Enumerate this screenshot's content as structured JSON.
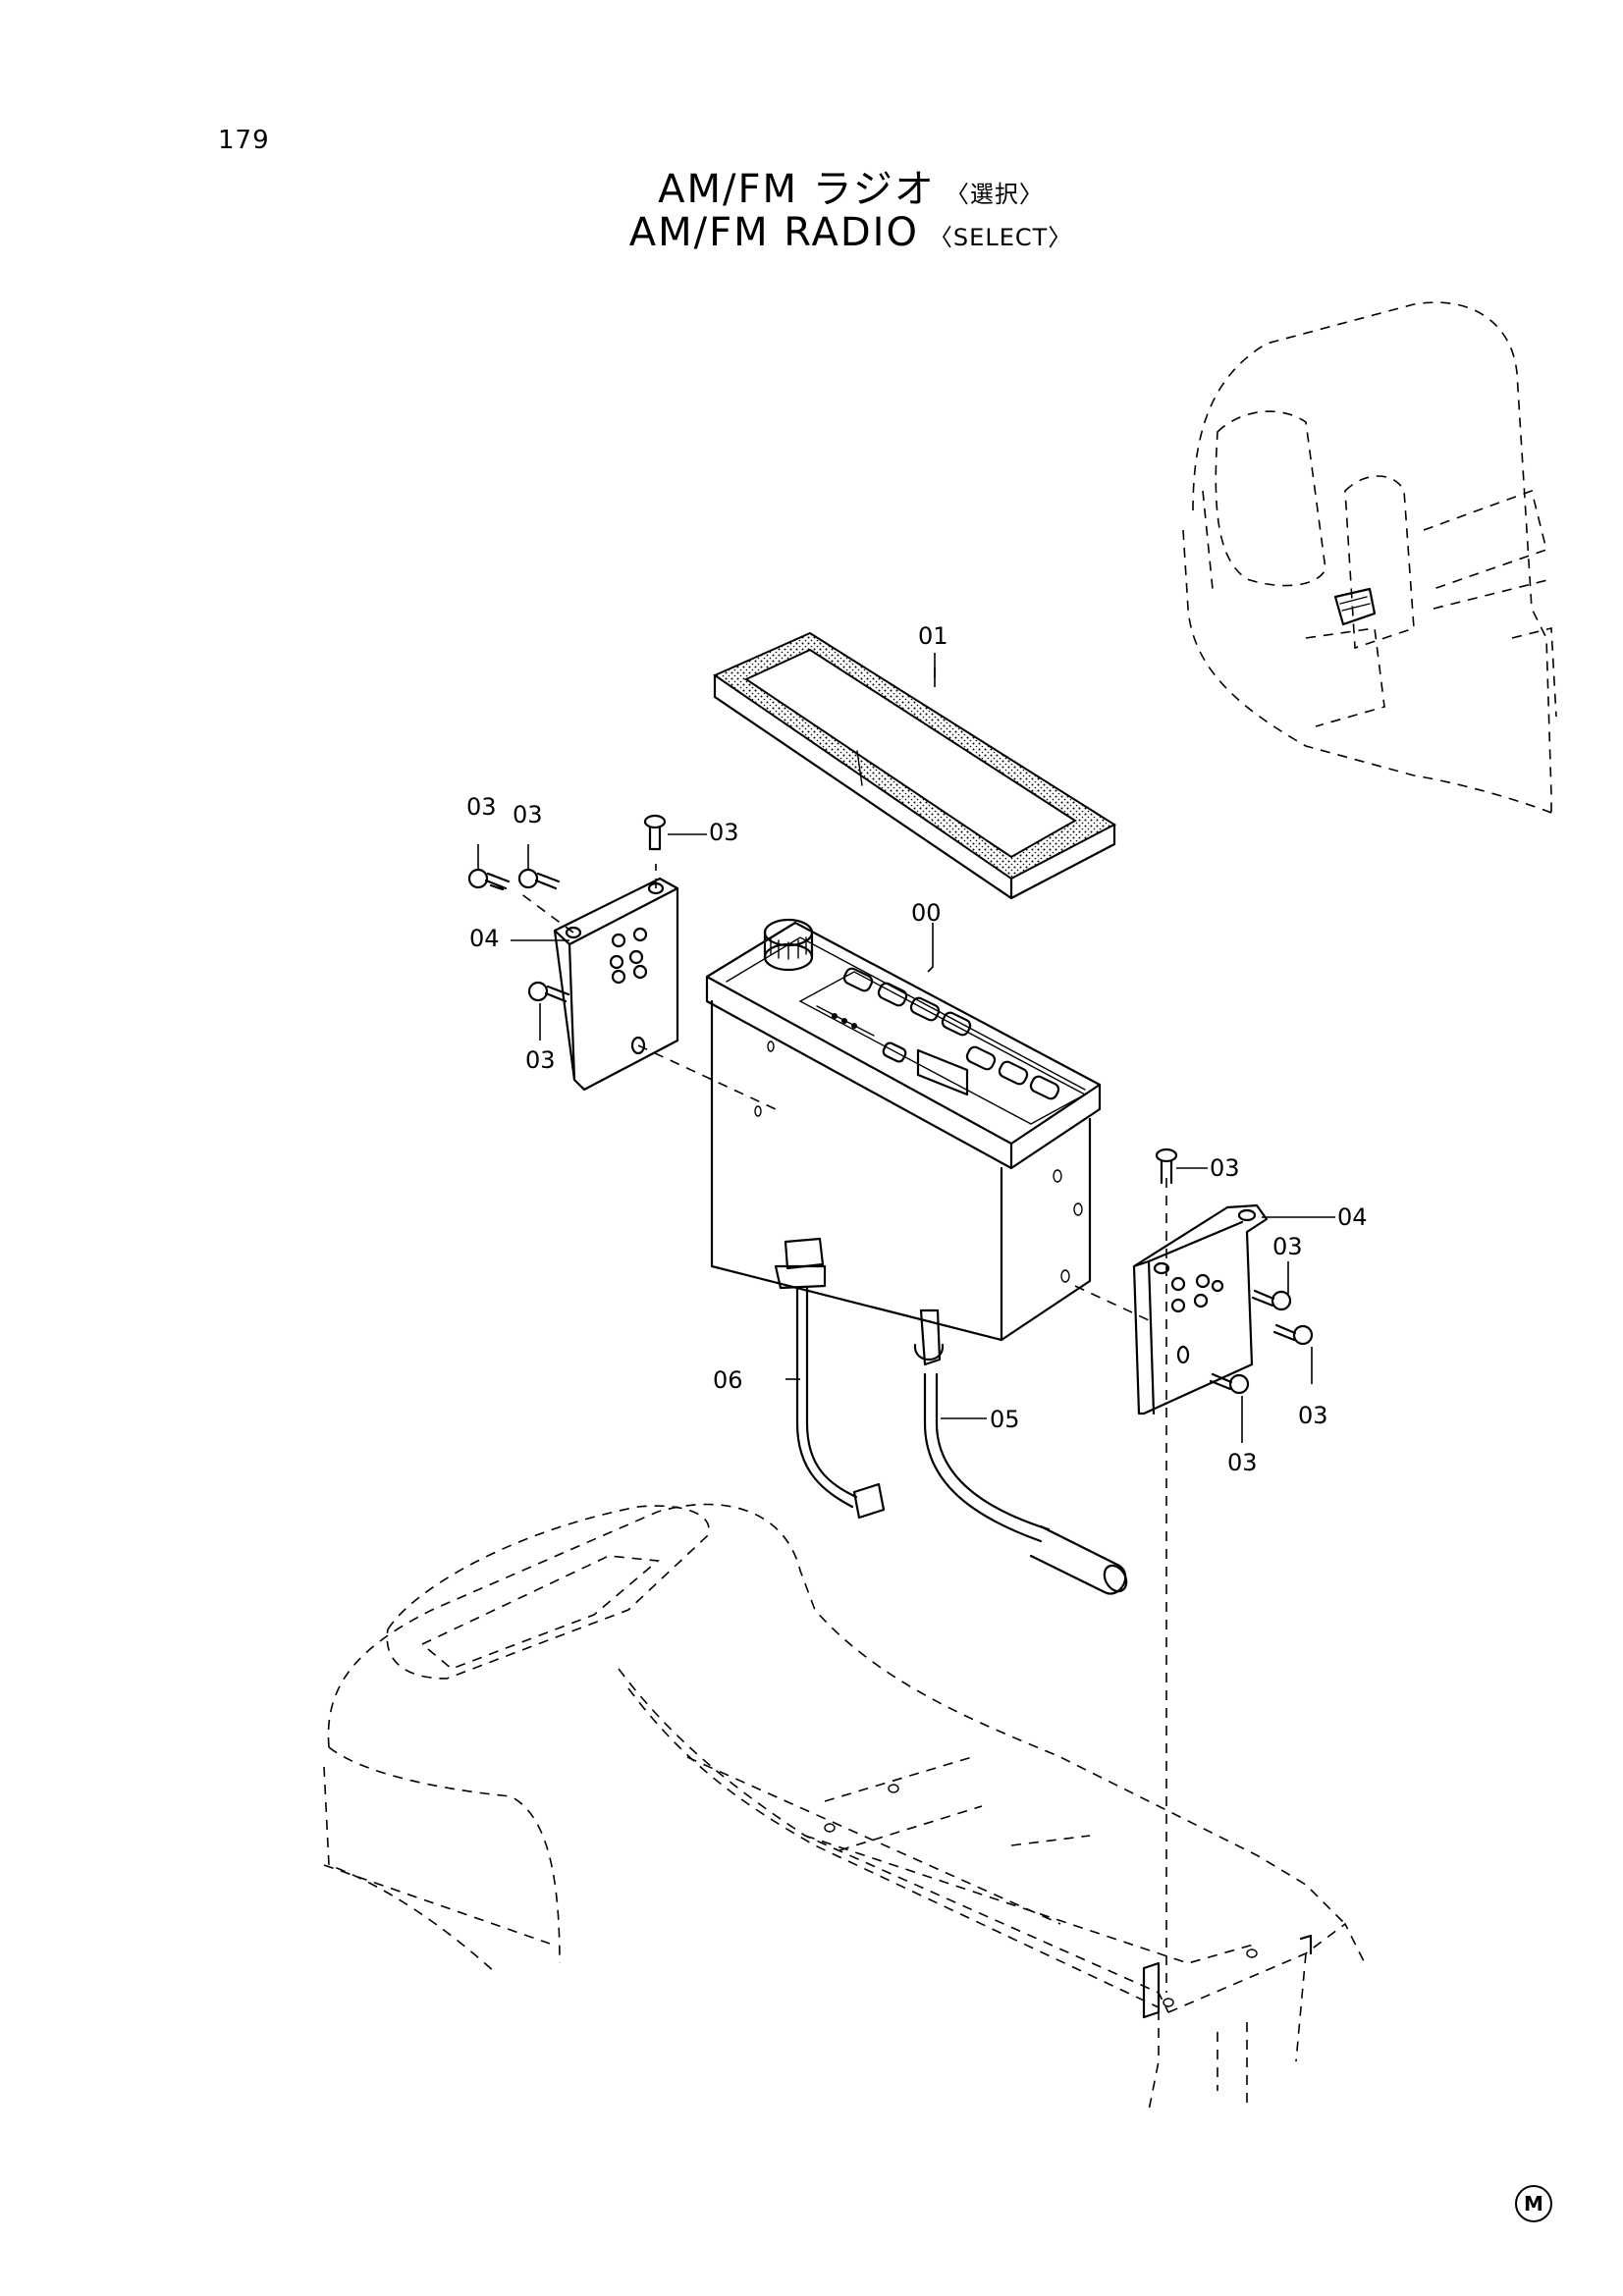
{
  "page_number": "179",
  "title": {
    "jp_main": "AM/FM ラジオ",
    "jp_sub": "〈選択〉",
    "en_main": "AM/FM RADIO",
    "en_sub": "〈SELECT〉"
  },
  "parts": {
    "p00": "00",
    "p01": "01",
    "p03": "03",
    "p04": "04",
    "p05": "05",
    "p06": "06"
  },
  "corner_mark": "M"
}
